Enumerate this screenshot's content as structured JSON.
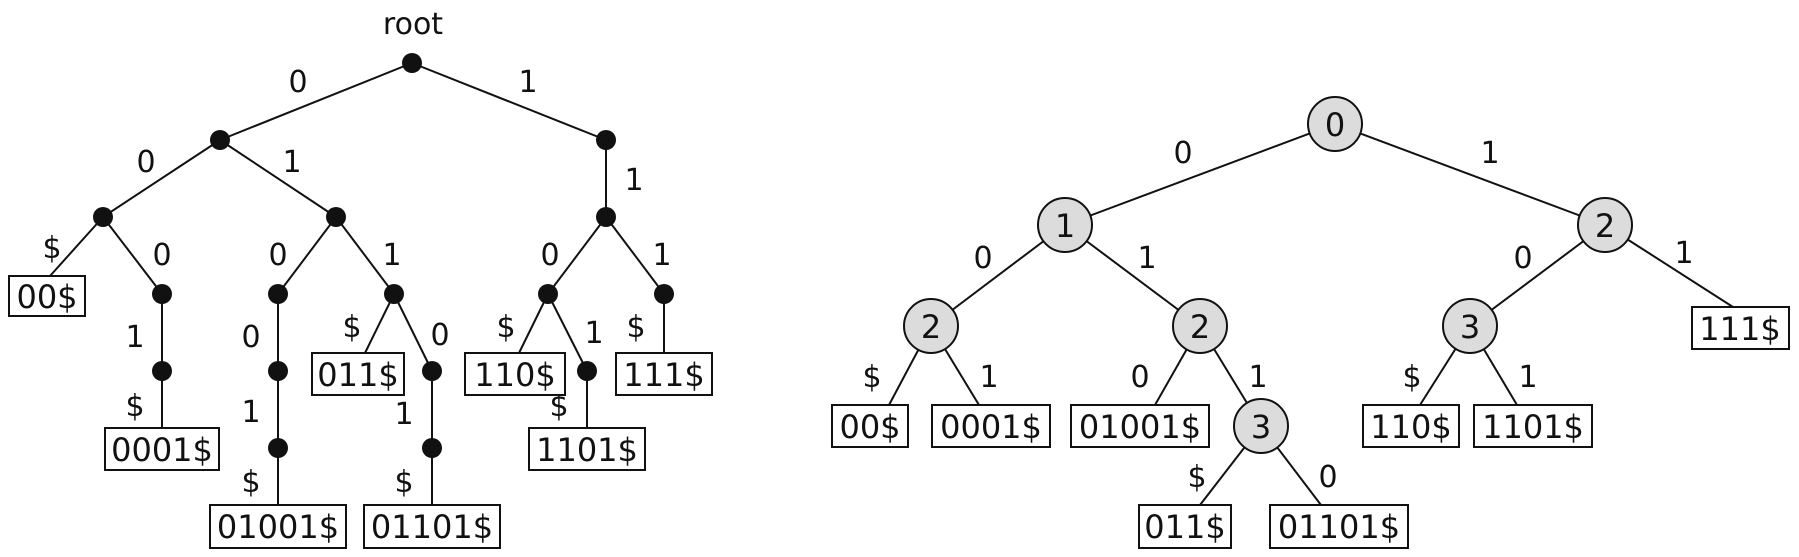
{
  "left_tree": {
    "root_label": "root",
    "edge_labels": {
      "e_r_a": "0",
      "e_r_b": "1",
      "e_a_c": "0",
      "e_a_d": "1",
      "e_c_l1": "$",
      "e_c_f": "0",
      "e_f_g": "1",
      "e_g_l2": "$",
      "e_d_h": "0",
      "e_d_i": "1",
      "e_h_j": "0",
      "e_j_k": "1",
      "e_k_l3": "$",
      "e_i_l4": "$",
      "e_i_m": "0",
      "e_m_n": "1",
      "e_n_l5": "$",
      "e_b_o": "1",
      "e_o_p": "0",
      "e_o_q": "1",
      "e_p_l6": "$",
      "e_p_r": "1",
      "e_r_l7": "$",
      "e_q_l8": "$"
    },
    "leaves": {
      "l1": "00$",
      "l2": "0001$",
      "l3": "01001$",
      "l4": "011$",
      "l5": "01101$",
      "l6": "110$",
      "l7": "1101$",
      "l8": "111$"
    }
  },
  "right_tree": {
    "nodes": {
      "n0": "0",
      "n1": "1",
      "n2r": "2",
      "n2a": "2",
      "n2b": "2",
      "n3a": "3",
      "n3b": "3"
    },
    "edge_labels": {
      "e0_1": "0",
      "e0_2r": "1",
      "e1_2a": "0",
      "e1_2b": "1",
      "e2r_3b": "0",
      "e2r_m8": "1",
      "e2a_m1": "$",
      "e2a_m2": "1",
      "e2b_m3": "0",
      "e2b_3a": "1",
      "e3a_m4": "$",
      "e3a_m5": "0",
      "e3b_m6": "$",
      "e3b_m7": "1"
    },
    "leaves": {
      "m1": "00$",
      "m2": "0001$",
      "m3": "01001$",
      "m4": "011$",
      "m5": "01101$",
      "m6": "110$",
      "m7": "1101$",
      "m8": "111$"
    }
  }
}
